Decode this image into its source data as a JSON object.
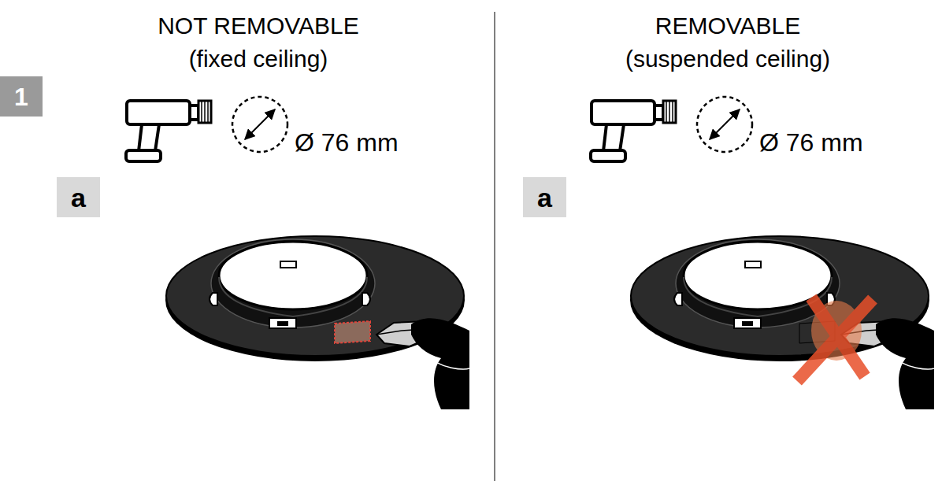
{
  "diagram": {
    "nodes": [
      {
        "text": [
          "1"
        ]
      },
      {
        "text": [
          "a"
        ]
      },
      {
        "text": [
          "a"
        ]
      }
    ],
    "labels": [
      "NOT REMOVABLE",
      "(fixed ceiling)",
      "Ø 76 mm",
      "REMOVABLE",
      "(suspended ceiling)",
      "Ø 76 mm"
    ]
  }
}
